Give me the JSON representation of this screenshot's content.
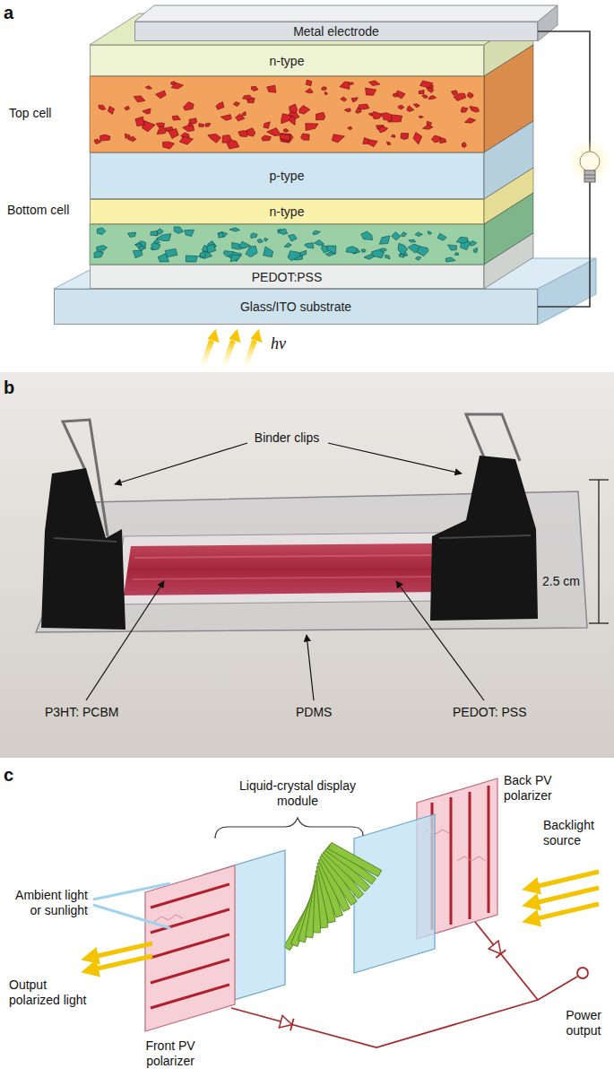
{
  "diagram": {
    "nodes": [
      {
        "text": [
          "Metal electrode"
        ]
      },
      {
        "text": [
          "n-type"
        ]
      },
      {
        "text": [
          "p-type"
        ]
      },
      {
        "text": [
          "n-type"
        ]
      },
      {
        "text": [
          "PEDOT:PSS"
        ]
      },
      {
        "text": [
          "Glass/ITO substrate"
        ]
      }
    ],
    "edges": [
      {
        "from": 0,
        "to": 5,
        "arrow": "none"
      }
    ],
    "labels": [
      "a",
      "Top cell",
      "Bottom cell",
      "hν",
      "b",
      "Binder clips",
      "2.5 cm",
      "P3HT: PCBM",
      "PDMS",
      "PEDOT: PSS",
      "c",
      "Liquid-crystal display module",
      "Back PV polarizer",
      "Backlight source",
      "Ambient light or sunlight",
      "Output polarized light",
      "Front PV polarizer",
      "Power output"
    ]
  }
}
